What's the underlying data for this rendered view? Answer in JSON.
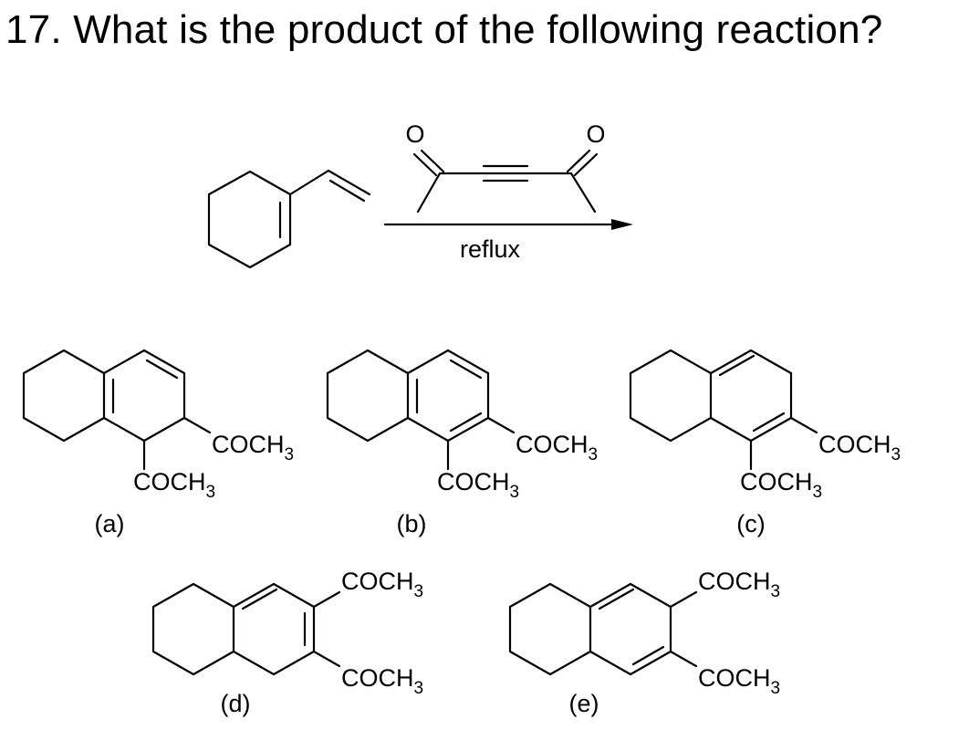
{
  "question": "17. What is the product of the following reaction?",
  "reagent": {
    "oxygen_label": "O",
    "condition": "reflux"
  },
  "substituent": {
    "base": "COCH",
    "subscript": "3"
  },
  "options": [
    {
      "label": "(a)"
    },
    {
      "label": "(b)"
    },
    {
      "label": "(c)"
    },
    {
      "label": "(d)"
    },
    {
      "label": "(e)"
    }
  ]
}
